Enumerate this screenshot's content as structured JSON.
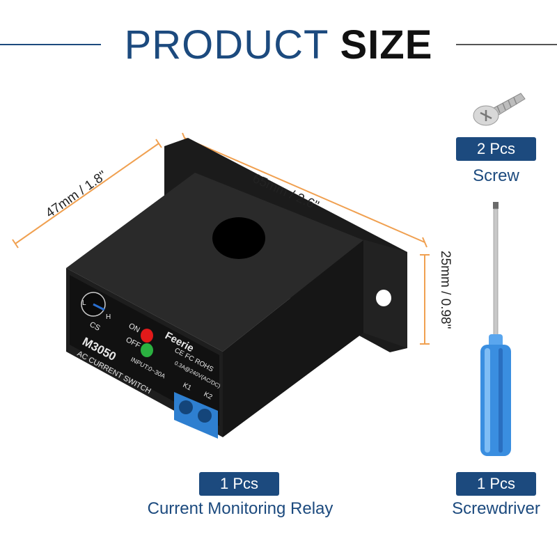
{
  "header": {
    "title_part1": "PRODUCT",
    "title_part2": "SIZE"
  },
  "dimensions": {
    "width": "65mm / 2.6\"",
    "depth": "47mm / 1.8\"",
    "height": "25mm / 0.98\""
  },
  "relay_labels": {
    "brand": "Feerie",
    "model": "M3050",
    "product_name": "AC CURRENT SWITCH",
    "input": "INPUT:0~30A",
    "cert": "CE FC ROHS",
    "rating": "0.3A@240V(AC/DC)",
    "terminal_k1": "K1",
    "terminal_k2": "K2",
    "on": "ON",
    "off": "OFF",
    "cs": "CS",
    "knob_l": "L",
    "knob_h": "H"
  },
  "items": {
    "screw": {
      "qty": "2 Pcs",
      "name": "Screw"
    },
    "relay": {
      "qty": "1 Pcs",
      "name": "Current Monitoring Relay"
    },
    "screwdriver": {
      "qty": "1 Pcs",
      "name": "Screwdriver"
    }
  },
  "colors": {
    "accent": "#1c4a7e",
    "dimension_line": "#f0a050",
    "terminal_blue": "#2e7fd0",
    "handle_blue": "#3a8ee0"
  }
}
